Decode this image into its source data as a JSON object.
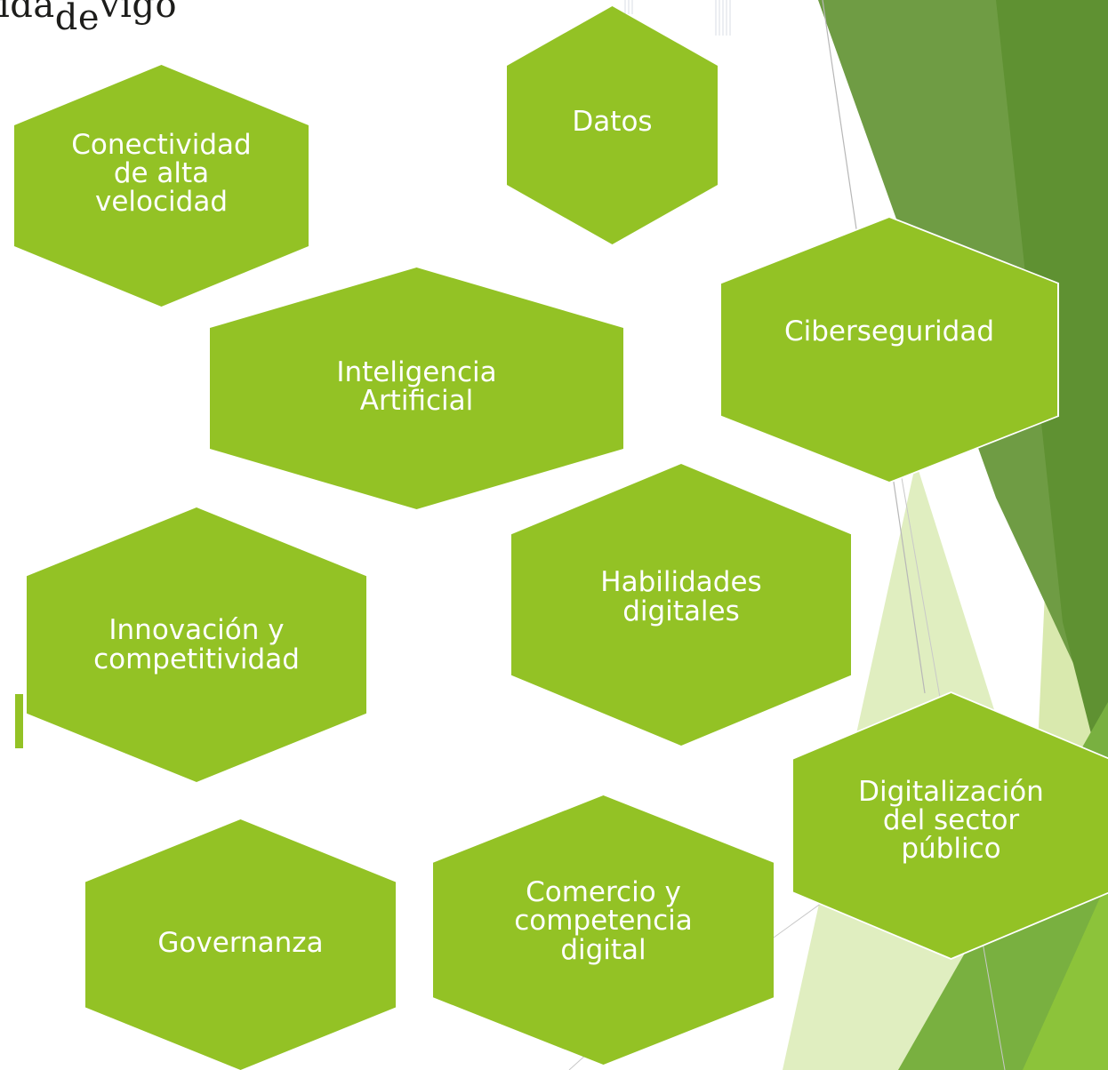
{
  "logo": {
    "text_main": "ida",
    "text_sub": "de",
    "text_end": "vigo"
  },
  "diagram": {
    "hexagons": [
      {
        "name": "hex-conectividad",
        "label": "Conectividad\nde alta\nvelocidad"
      },
      {
        "name": "hex-datos",
        "label": "Datos"
      },
      {
        "name": "hex-inteligencia-artificial",
        "label": "Inteligencia\nArtificial"
      },
      {
        "name": "hex-ciberseguridad",
        "label": "Ciberseguridad"
      },
      {
        "name": "hex-innovacion",
        "label": "Innovación y\ncompetitividad"
      },
      {
        "name": "hex-habilidades",
        "label": "Habilidades\ndigitales"
      },
      {
        "name": "hex-digitalizacion",
        "label": "Digitalización\ndel sector\npúblico"
      },
      {
        "name": "hex-governanza",
        "label": "Governanza"
      },
      {
        "name": "hex-comercio",
        "label": "Comercio y\ncompetencia\ndigital"
      }
    ],
    "fill_color": "#93c225",
    "text_color": "#ffffff"
  },
  "theme": {
    "dark_green": "#6a9a3a",
    "light_green": "#d5e7a6"
  }
}
